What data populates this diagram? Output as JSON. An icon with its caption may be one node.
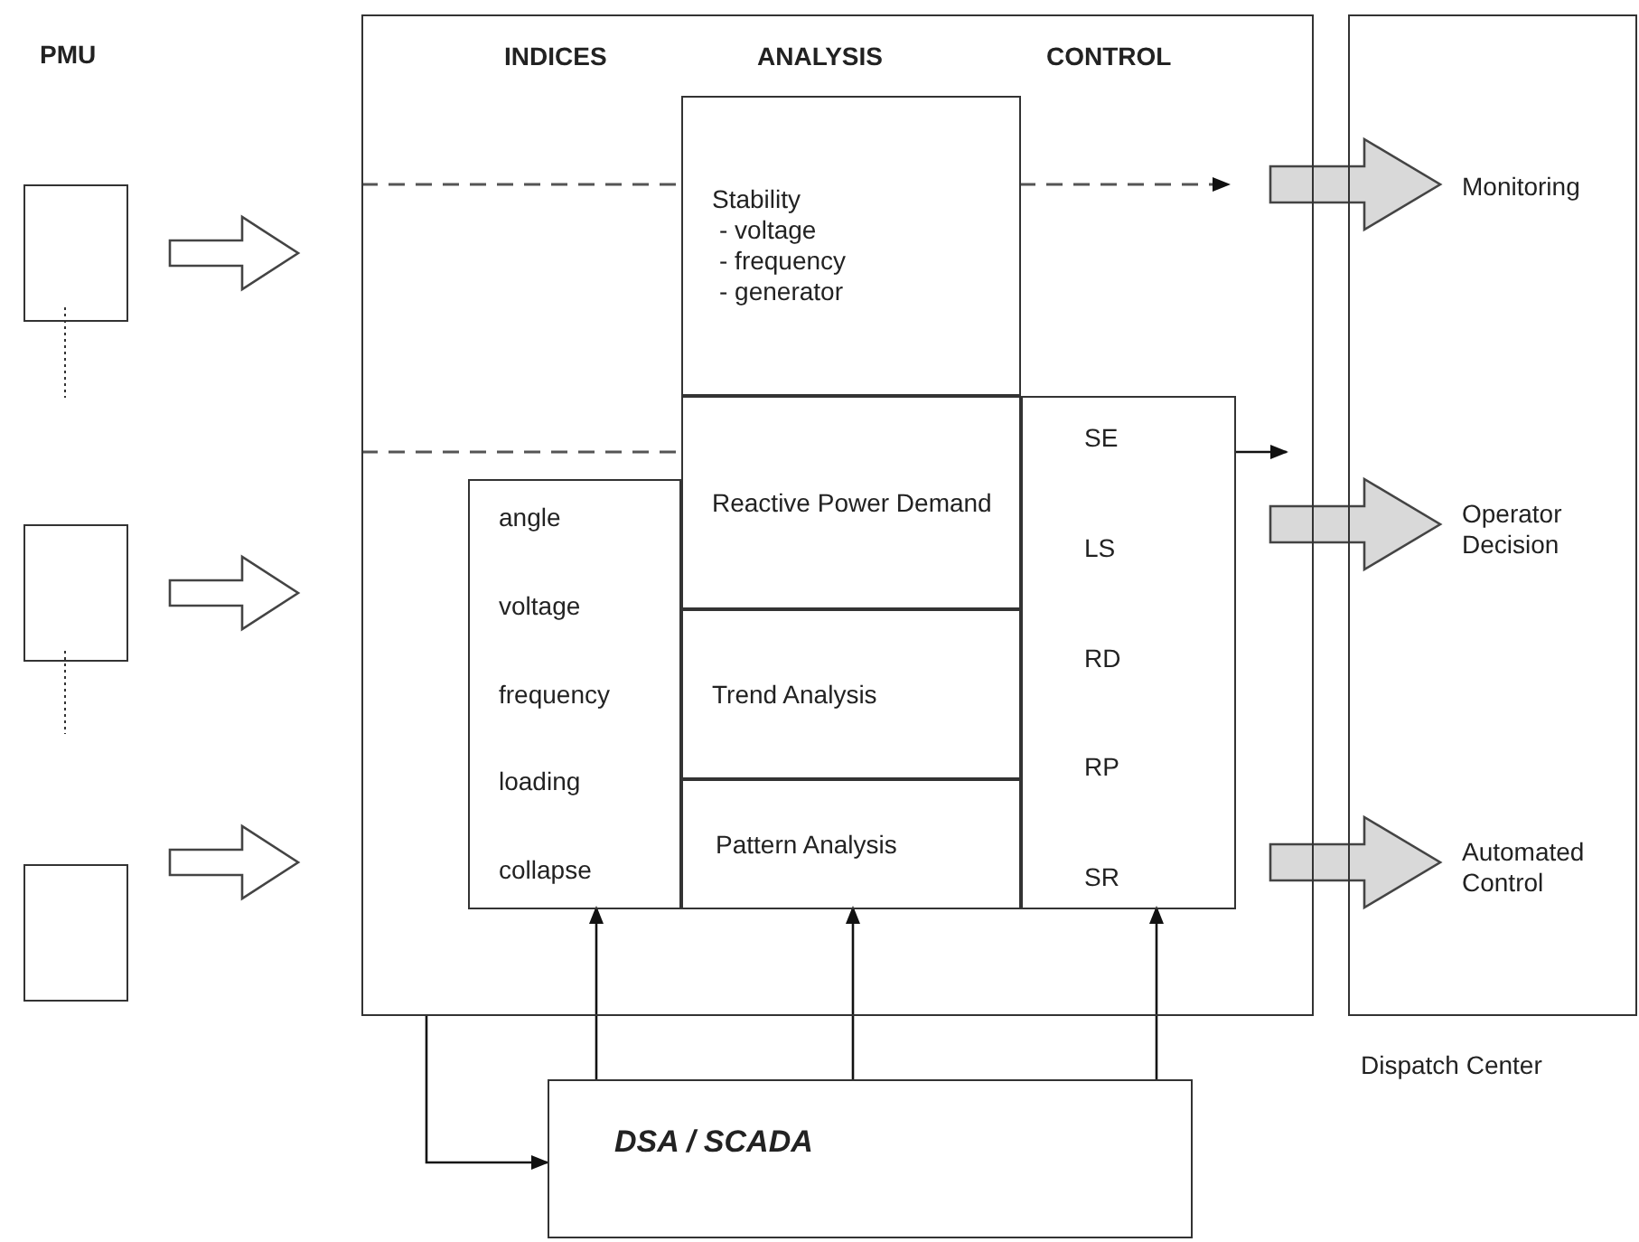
{
  "diagram": {
    "nodes": [
      {
        "text": [
          "INDICES",
          "ANALYSIS",
          "CONTROL"
        ]
      },
      {
        "text": [
          "Stability",
          "- voltage",
          "- frequency",
          "- generator"
        ],
        "in": 0
      },
      {
        "text": [
          "Reactive Power Demand"
        ],
        "in": 0
      },
      {
        "text": [
          "Trend Analysis"
        ],
        "in": 0
      },
      {
        "text": [
          "Pattern Analysis"
        ],
        "in": 0
      },
      {
        "text": [
          "angle",
          "voltage",
          "frequency",
          "loading",
          "collapse"
        ],
        "in": 0
      },
      {
        "text": [
          "SE",
          "LS",
          "RD",
          "RP",
          "SR"
        ],
        "in": 0
      },
      {
        "text": [
          "Dispatch Center"
        ]
      },
      {
        "text": [
          "DSA / SCADA"
        ]
      },
      {
        "text": [],
        "shape": "box"
      },
      {
        "text": [],
        "shape": "box"
      },
      {
        "text": [],
        "shape": "box"
      },
      {
        "text": [
          "Monitoring"
        ],
        "in": 7
      },
      {
        "text": [
          "Operator Decision"
        ],
        "in": 7
      },
      {
        "text": [
          "Automated Control"
        ],
        "in": 7
      }
    ],
    "edges": [
      {
        "from": 9,
        "to": 0,
        "arrow": "to",
        "style": "thick"
      },
      {
        "from": 10,
        "to": 0,
        "arrow": "to",
        "style": "thick"
      },
      {
        "from": 11,
        "to": 0,
        "arrow": "to",
        "style": "thick"
      },
      {
        "from": null,
        "to": 1,
        "arrow": "none",
        "style": "dashed"
      },
      {
        "from": 1,
        "to": null,
        "arrow": "to",
        "style": "dashed"
      },
      {
        "from": null,
        "to": 2,
        "arrow": "none",
        "style": "dashed"
      },
      {
        "from": 6,
        "to": null,
        "arrow": "to"
      },
      {
        "from": 0,
        "to": 12,
        "arrow": "to",
        "style": "thick",
        "color": "#d9d9d9"
      },
      {
        "from": 0,
        "to": 13,
        "arrow": "to",
        "style": "thick",
        "color": "#d9d9d9"
      },
      {
        "from": 0,
        "to": 14,
        "arrow": "to",
        "style": "thick",
        "color": "#d9d9d9"
      },
      {
        "from": 8,
        "to": 5,
        "arrow": "to"
      },
      {
        "from": 8,
        "to": 4,
        "arrow": "to"
      },
      {
        "from": 8,
        "to": 6,
        "arrow": "to"
      },
      {
        "from": 0,
        "to": 8,
        "arrow": "to"
      }
    ],
    "labels": [
      "PMU"
    ]
  }
}
